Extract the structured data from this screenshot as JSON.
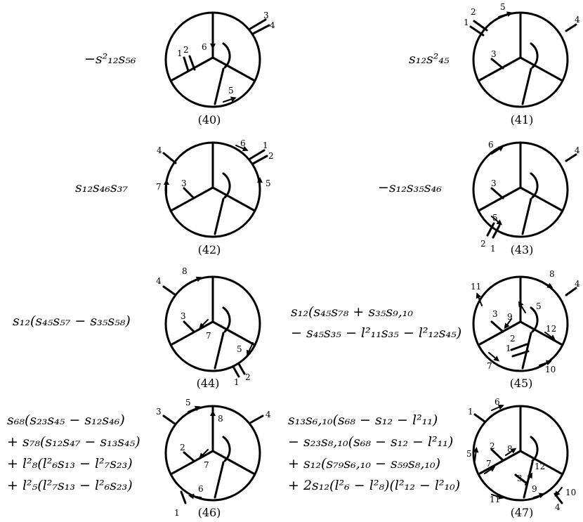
{
  "figures": [
    {
      "id": "40",
      "caption": "(40)",
      "expression": [
        "−s²₁₂s₅₆"
      ],
      "labels": [
        "3",
        "4",
        "1",
        "2",
        "6",
        "5"
      ]
    },
    {
      "id": "41",
      "caption": "(41)",
      "expression": [
        "s₁₂s²₄₅"
      ],
      "labels": [
        "2",
        "1",
        "5",
        "4",
        "3"
      ]
    },
    {
      "id": "42",
      "caption": "(42)",
      "expression": [
        "s₁₂s₄₆s₃₇"
      ],
      "labels": [
        "4",
        "6",
        "1",
        "2",
        "7",
        "3",
        "5"
      ]
    },
    {
      "id": "43",
      "caption": "(43)",
      "expression": [
        "−s₁₂s₃₅s₄₆"
      ],
      "labels": [
        "6",
        "4",
        "3",
        "5",
        "2",
        "1"
      ]
    },
    {
      "id": "44",
      "caption": "(44)",
      "expression": [
        "s₁₂(s₄₅s₅₇ − s₃₅s₅₈)"
      ],
      "labels": [
        "4",
        "8",
        "3",
        "7",
        "5",
        "1",
        "2"
      ]
    },
    {
      "id": "45",
      "caption": "(45)",
      "expression": [
        "s₁₂(s₄₅s₇₈ + s₃₅s₉,₁₀",
        "− s₄₅s₃₅ − l²₁₁s₃₅ − l²₁₂s₄₅)"
      ],
      "labels": [
        "11",
        "8",
        "4",
        "5",
        "3",
        "9",
        "12",
        "2",
        "1",
        "7",
        "10"
      ]
    },
    {
      "id": "46",
      "caption": "(46)",
      "expression": [
        "s₆₈(s₂₃s₄₅ − s₁₂s₄₆)",
        "+ s₇₈(s₁₂s₄₇ − s₁₃s₄₅)",
        "+ l²₈(l²₆s₁₃ − l²₇s₂₃)",
        "+ l²₅(l²₇s₁₃ − l²₆s₂₃)"
      ],
      "labels": [
        "3",
        "5",
        "8",
        "4",
        "2",
        "7",
        "6",
        "1"
      ]
    },
    {
      "id": "47",
      "caption": "(47)",
      "expression": [
        "s₁₃s₆,₁₀(s₆₈ − s₁₂ − l²₁₁)",
        "− s₂₃s₈,₁₀(s₆₈ − s₁₂ − l²₁₁)",
        "+ s₁₂(s₇₉s₆,₁₀ − s₅₉s₈,₁₀)",
        "+ 2s₁₂(l²₆ − l²₈)(l²₁₂ − l²₁₀)"
      ],
      "labels": [
        "1",
        "6",
        "5",
        "2",
        "8",
        "7",
        "12",
        "3",
        "9",
        "10",
        "11",
        "4"
      ]
    }
  ]
}
